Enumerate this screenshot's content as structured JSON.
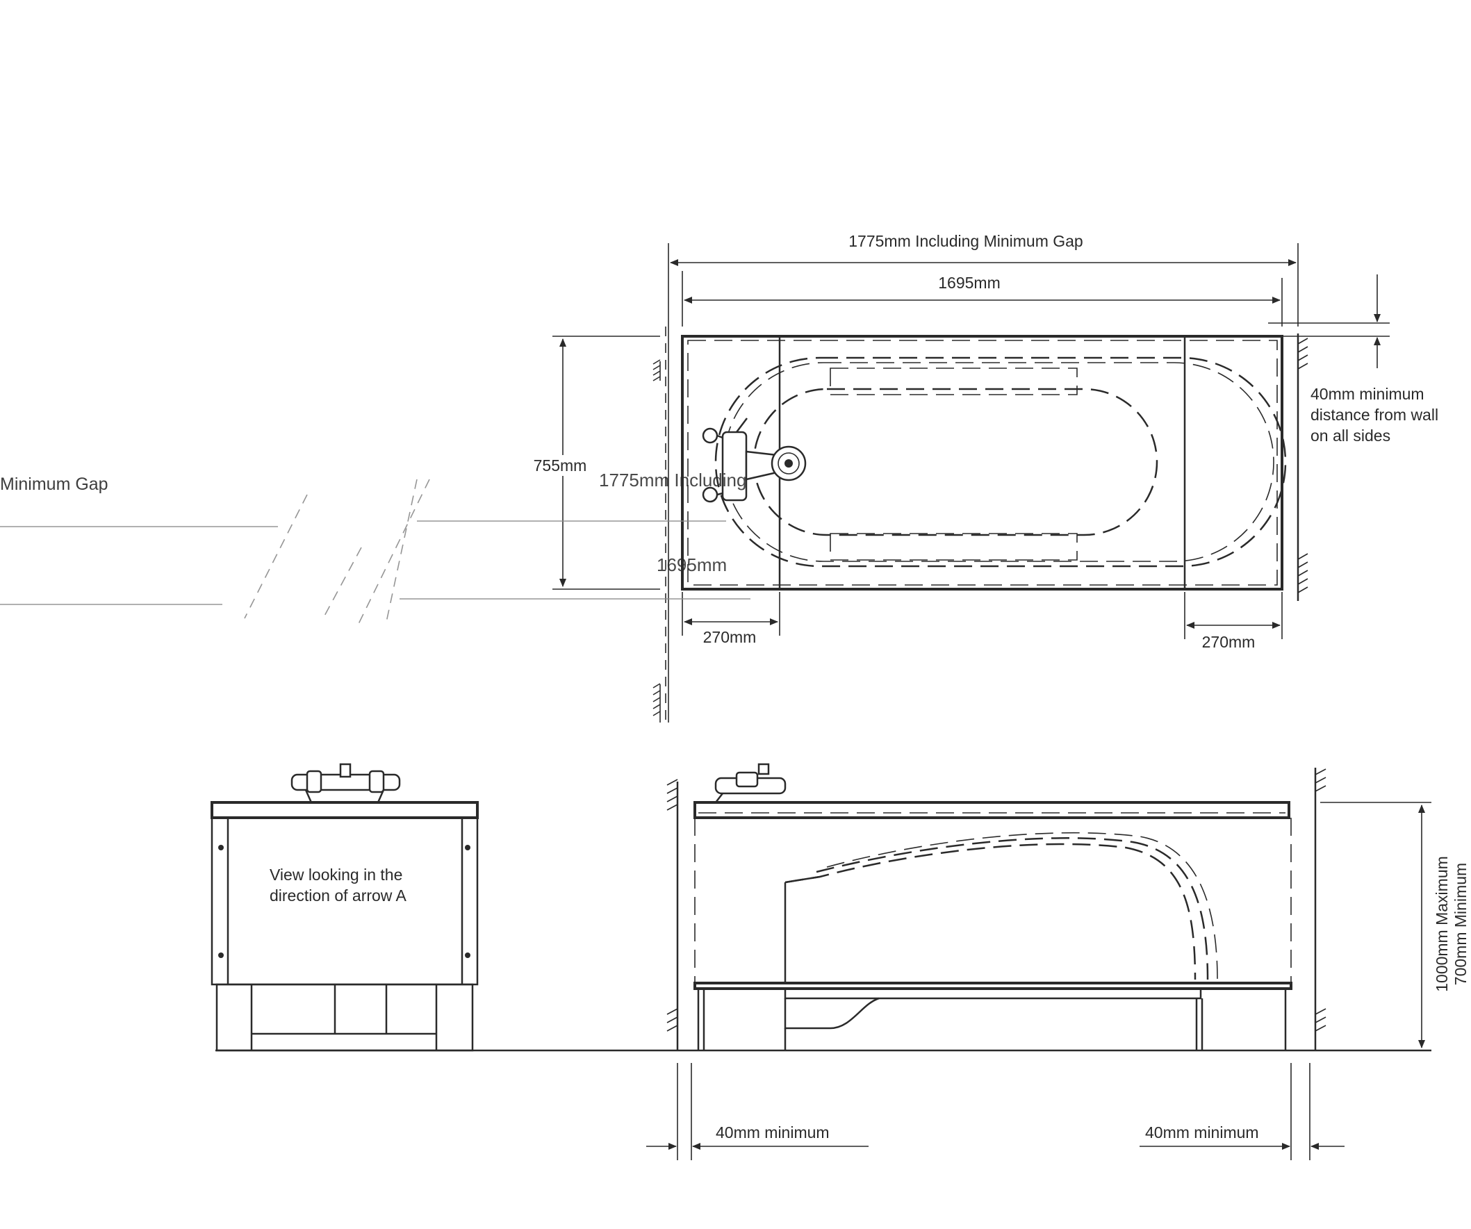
{
  "labels": {
    "overall_length": "1775mm Including Minimum Gap",
    "bath_length": "1695mm",
    "width": "755mm",
    "left_deck": "270mm",
    "right_deck": "270mm",
    "wall_distance_line1": "40mm minimum",
    "wall_distance_line2": "distance from wall",
    "wall_distance_line3": "on all sides",
    "view_note_line1": "View looking in the",
    "view_note_line2": "direction of arrow A",
    "max_height": "1000mm Maximum",
    "min_height": "700mm Minimum",
    "bottom_left_gap": "40mm minimum",
    "bottom_right_gap": "40mm minimum"
  },
  "ghost_labels": {
    "left_gap": "Minimum Gap",
    "overlap_1775": "1775mm Including",
    "overlap_1695": "1695mm"
  }
}
